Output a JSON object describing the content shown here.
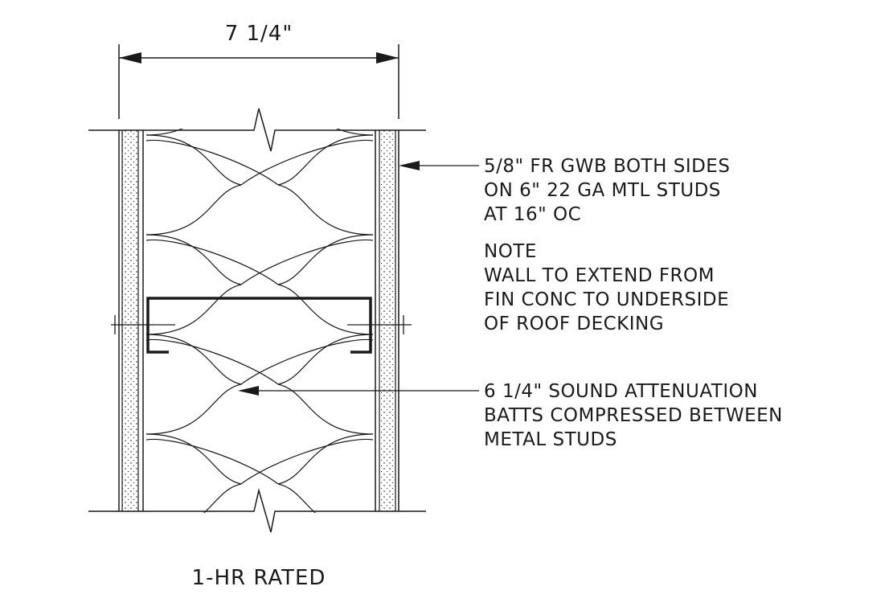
{
  "dimension": {
    "width_label": "7 1/4\""
  },
  "notes": {
    "gwb": [
      "5/8\" FR GWB BOTH SIDES",
      "ON 6\" 22 GA MTL STUDS",
      "AT 16\" OC"
    ],
    "extent": [
      "NOTE",
      "WALL TO EXTEND FROM",
      "FIN CONC TO UNDERSIDE",
      "OF ROOF DECKING"
    ],
    "insulation": [
      "6 1/4\" SOUND ATTENUATION",
      "BATTS COMPRESSED BETWEEN",
      "METAL STUDS"
    ]
  },
  "rating": {
    "label": "1-HR RATED"
  },
  "colors": {
    "ink": "#1a1a1a",
    "background": "#ffffff"
  }
}
